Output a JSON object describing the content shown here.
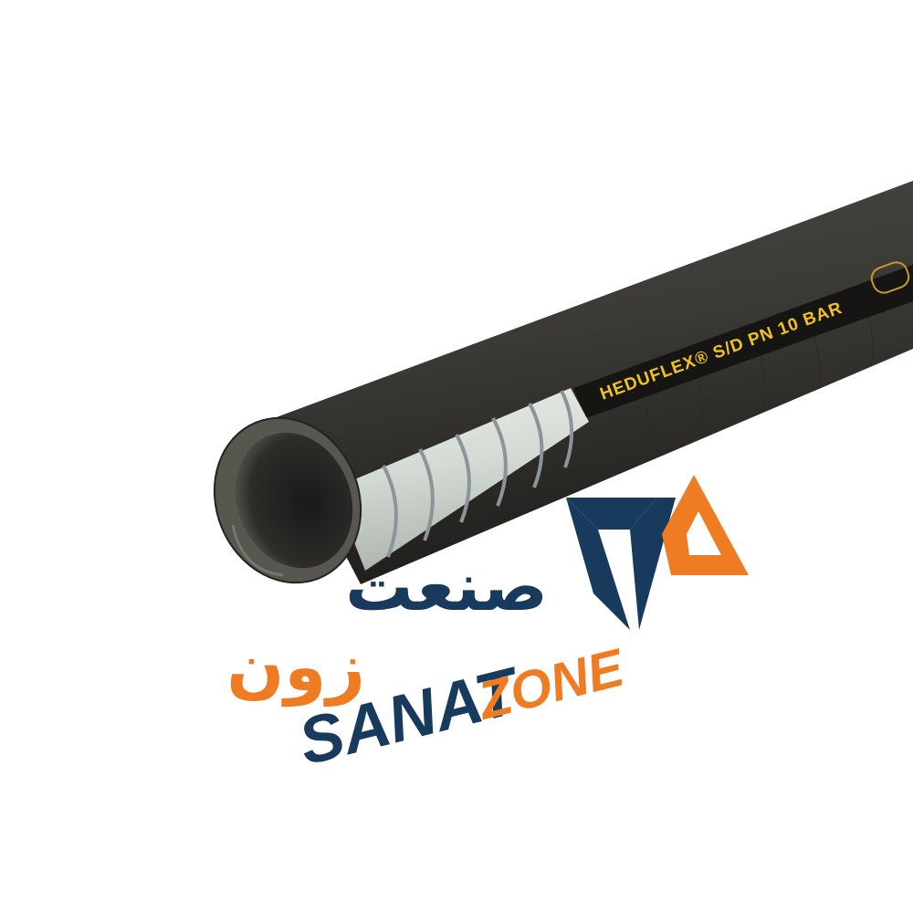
{
  "product": {
    "name": "rubber-suction-hose",
    "print_line": "HEDUFLEX® S/D PN 10 BAR"
  },
  "logo": {
    "arabic_top": "صنعت",
    "arabic_bottom": "زون",
    "latin_part1": "SANAT",
    "latin_part2": "ZONE"
  },
  "colors": {
    "hose_body": "#3a3935",
    "hose_dark": "#232220",
    "inner_liner": "#d8ddd8",
    "wire": "#9aa1a3",
    "print_yellow": "#f2c21b",
    "logo_blue": "#183a5c",
    "logo_orange": "#ef7b23",
    "background": "#ffffff"
  }
}
